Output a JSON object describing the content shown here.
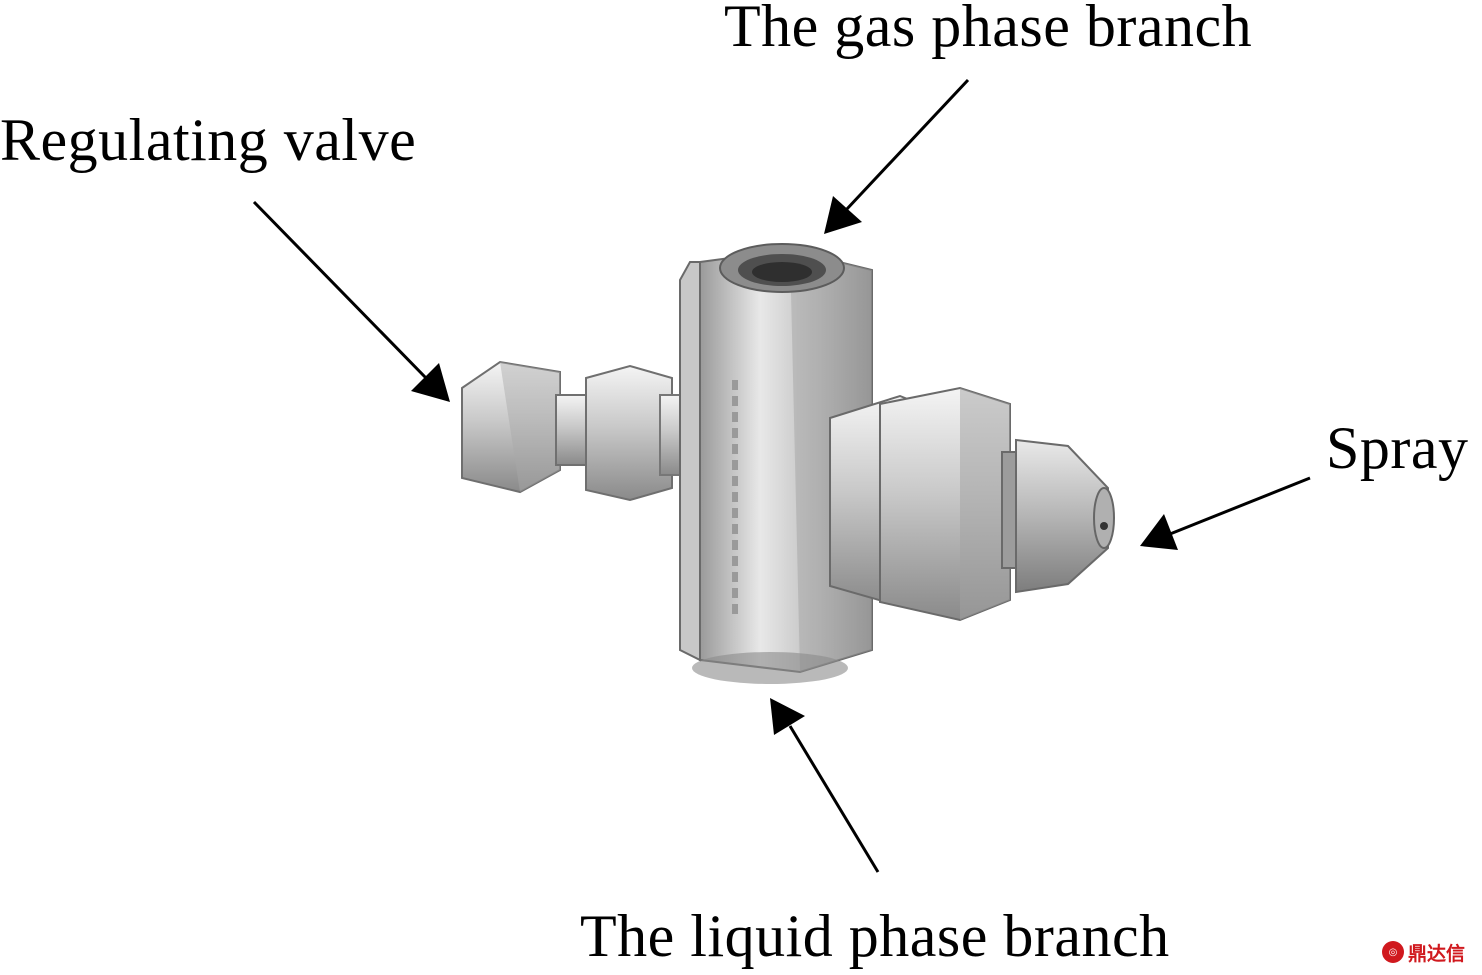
{
  "labels": {
    "gas_phase_branch": "The gas phase branch",
    "regulating_valve": "Regulating valve",
    "spray": "Spray",
    "liquid_phase_branch": "The liquid phase branch"
  },
  "watermark": {
    "text": "鼎达信"
  },
  "colors": {
    "text": "#000000",
    "arrow": "#000000",
    "metal_light": "#e6e6e6",
    "metal_mid": "#b9b9b9",
    "metal_dark": "#7c7c7c",
    "watermark": "#d0191e"
  },
  "icons": {
    "arrow": "arrow-icon",
    "nozzle": "atomizing-nozzle-icon"
  }
}
